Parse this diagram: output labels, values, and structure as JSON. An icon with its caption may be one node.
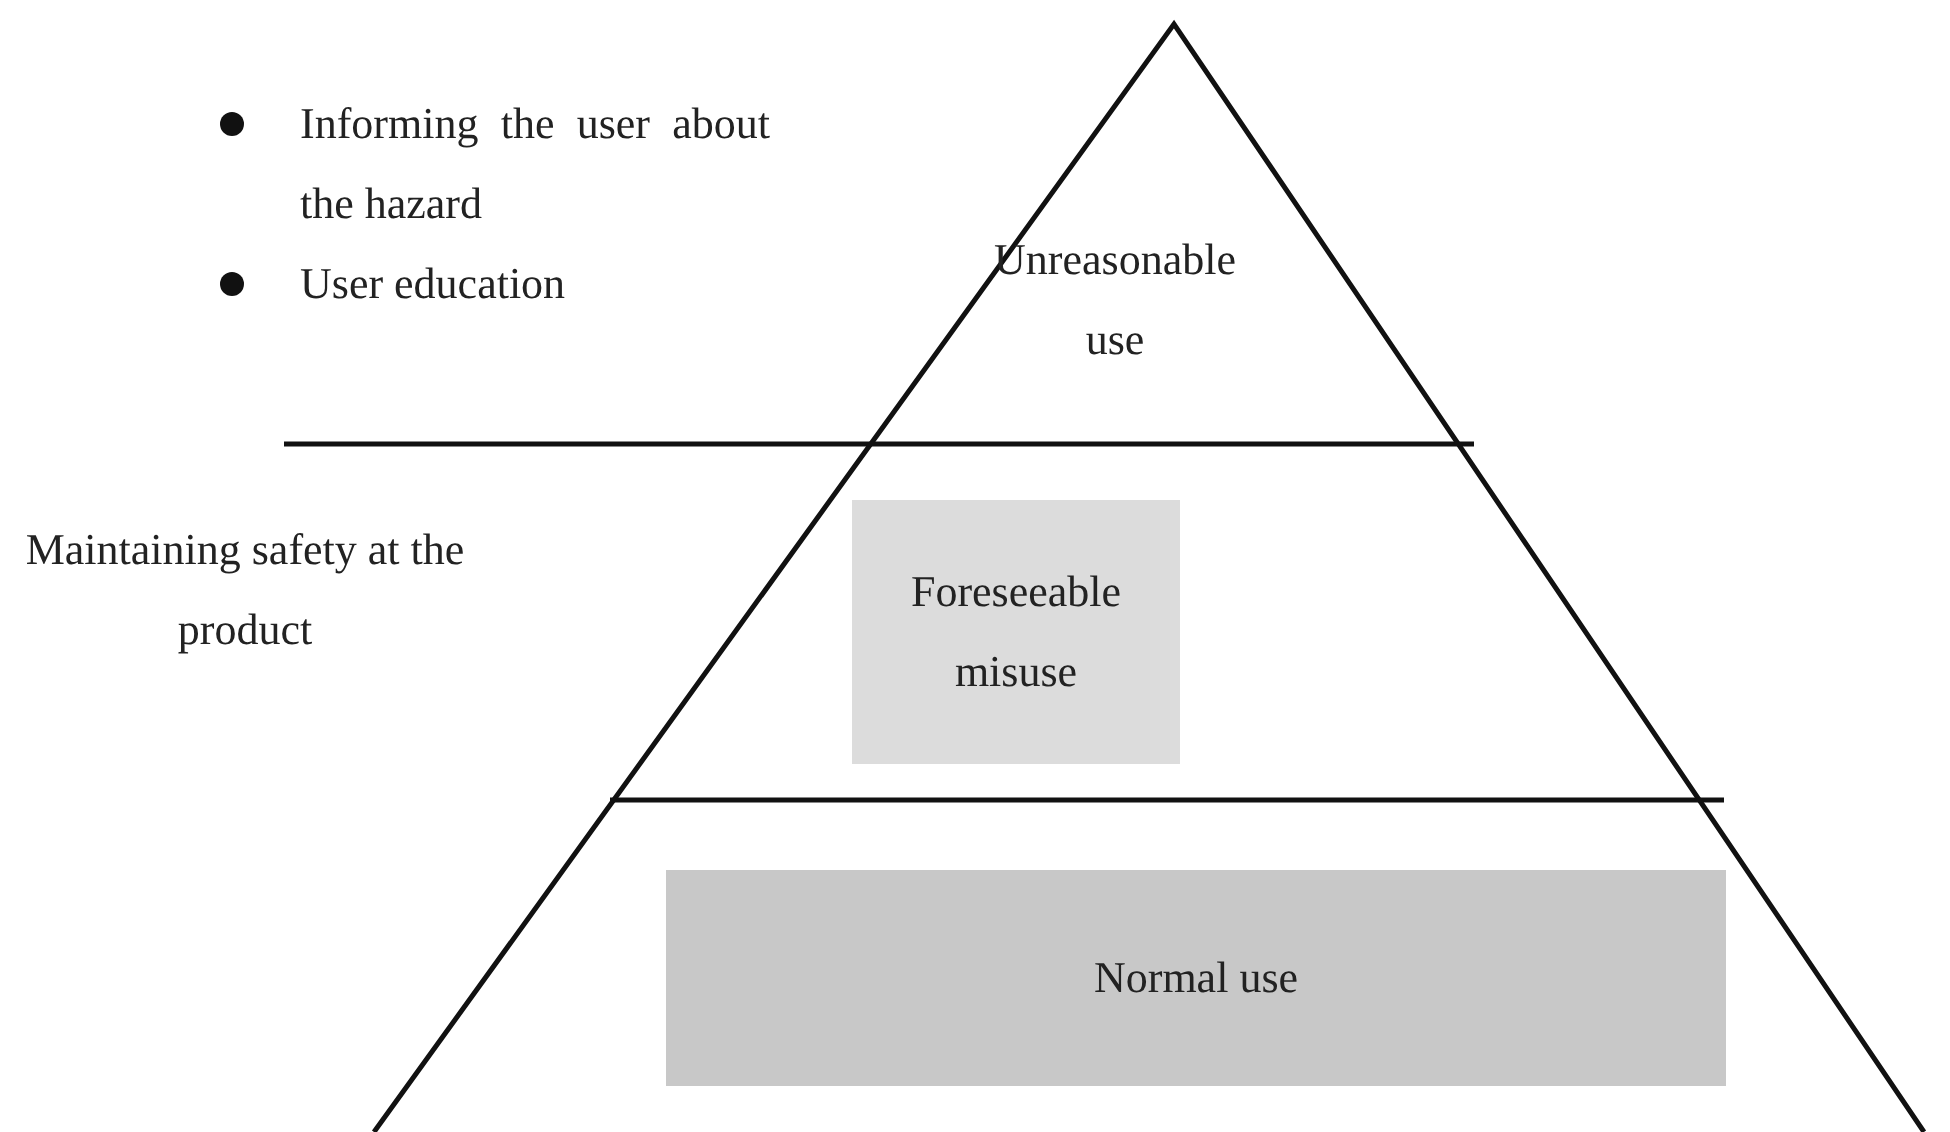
{
  "diagram": {
    "nodes": [
      {
        "text": [
          "Unreasonable use"
        ]
      },
      {
        "text": [
          "Foreseeable misuse"
        ]
      },
      {
        "text": [
          "Normal use"
        ]
      }
    ],
    "labels": [
      "Informing the user about the hazard",
      "User education",
      "Maintaining safety at the product"
    ]
  }
}
